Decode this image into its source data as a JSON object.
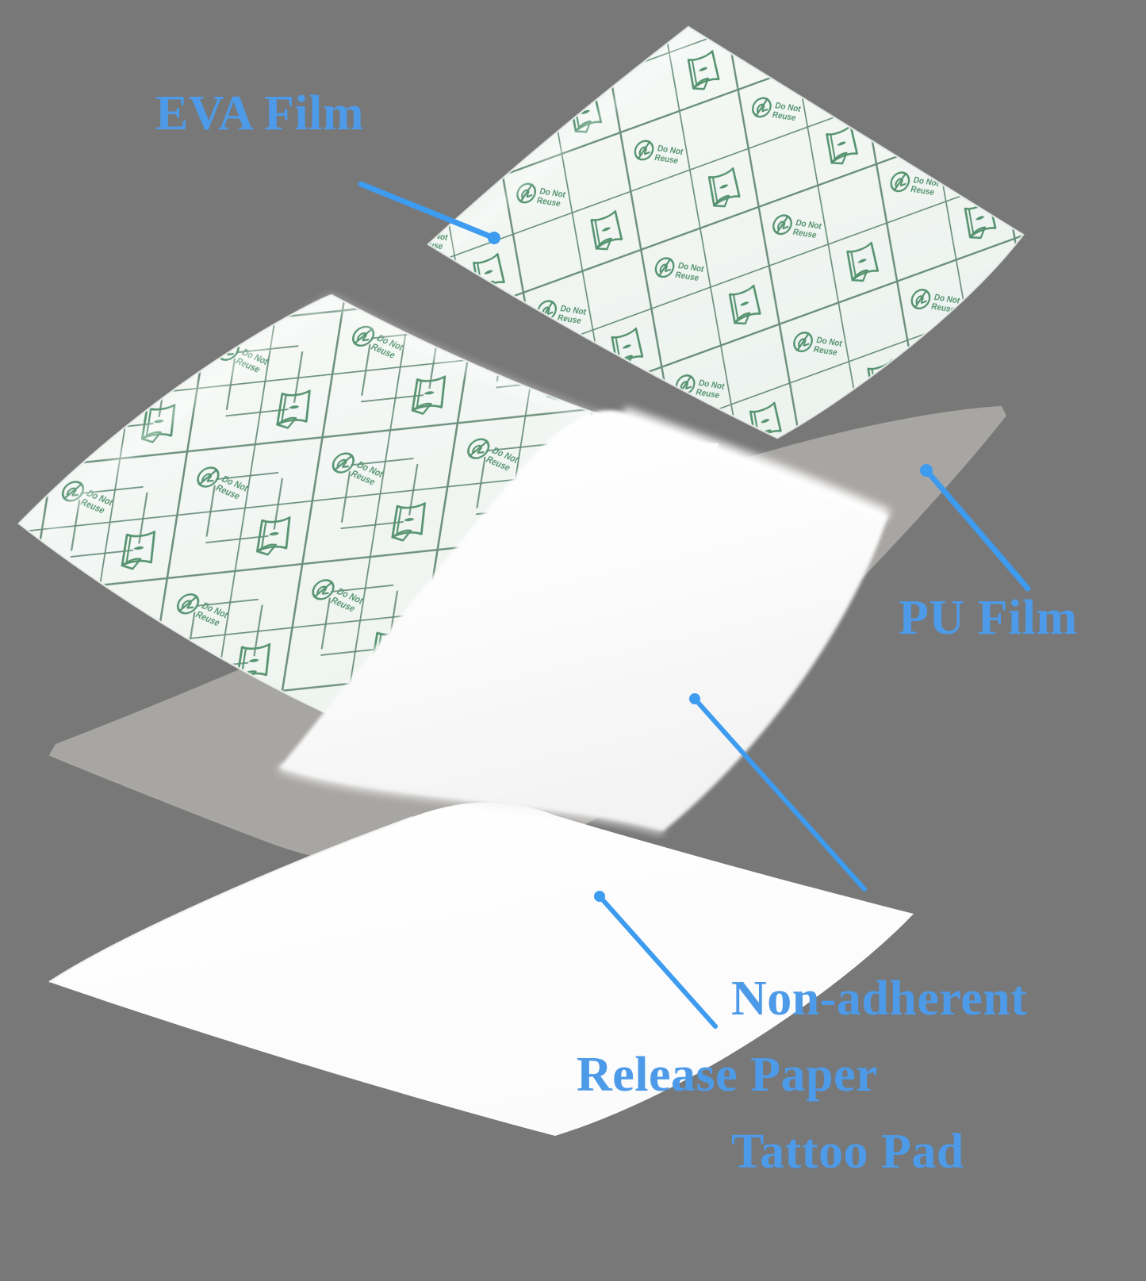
{
  "diagram": {
    "title": "Tattoo bandage layer structure exploded view",
    "background_color": "#787878",
    "accent_color": "#3d9bf0",
    "label_color": "#4d9ae8",
    "print_color": "#2f7a4f"
  },
  "labels": {
    "eva_film": "EVA Film",
    "pu_film": "PU Film",
    "tattoo_pad_line1": "Non-adherent",
    "tattoo_pad_line2": "Tattoo Pad",
    "release_paper": "Release Paper"
  },
  "layers": [
    {
      "name": "EVA Film",
      "color": "#f2f6f3",
      "order": 1
    },
    {
      "name": "PU Film",
      "color": "#aaa8a5",
      "order": 2
    },
    {
      "name": "Non-adherent Tattoo Pad",
      "color": "#ffffff",
      "order": 3
    },
    {
      "name": "Release Paper",
      "color": "#ffffff",
      "order": 4
    }
  ],
  "film_print": {
    "icon_text_line1": "Do Not",
    "icon_text_line2": "Reuse",
    "grid": "green square lattice",
    "motifs": [
      "do-not-reuse-circle-icon",
      "peel-film-icon"
    ]
  },
  "callouts": [
    {
      "target": "EVA Film",
      "dot": [
        623,
        300
      ],
      "end": [
        455,
        232
      ]
    },
    {
      "target": "PU Film",
      "dot": [
        1168,
        593
      ],
      "end": [
        1296,
        742
      ]
    },
    {
      "target": "Non-adherent Tattoo Pad",
      "dot": [
        876,
        881
      ],
      "end": [
        1090,
        1121
      ]
    },
    {
      "target": "Release Paper",
      "dot": [
        756,
        1130
      ],
      "end": [
        902,
        1294
      ]
    }
  ]
}
